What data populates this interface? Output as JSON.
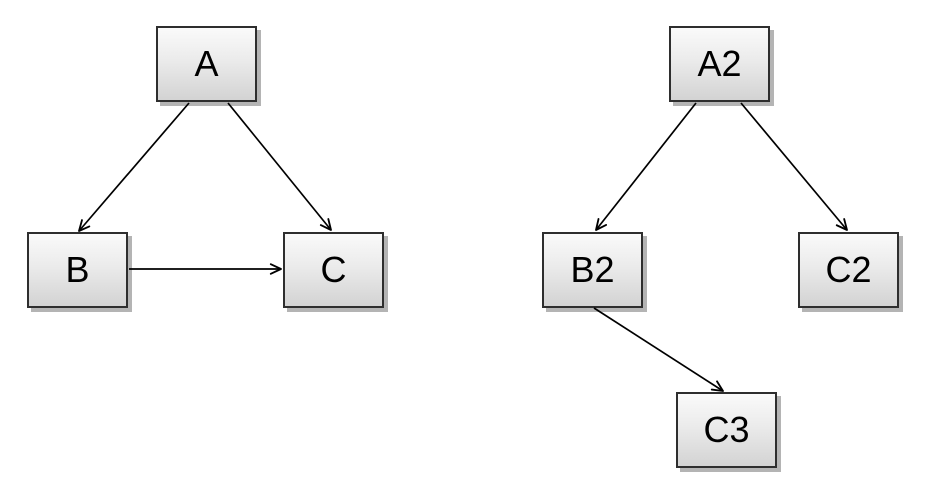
{
  "diagram": {
    "background_color": "#ffffff",
    "node_style": {
      "fill_top": "#fafafa",
      "fill_bottom": "#d3d3d3",
      "border_color": "#2e2e2e",
      "shadow_color": "#b4b4b4",
      "text_color": "#000000"
    },
    "edge_style": {
      "line_color": "#000000",
      "arrowhead": "open-v"
    },
    "graphs": [
      {
        "name": "left-graph",
        "nodes": [
          {
            "id": "A",
            "label": "A"
          },
          {
            "id": "B",
            "label": "B"
          },
          {
            "id": "C",
            "label": "C"
          }
        ],
        "edges": [
          {
            "from": "A",
            "to": "B"
          },
          {
            "from": "A",
            "to": "C"
          },
          {
            "from": "B",
            "to": "C"
          }
        ]
      },
      {
        "name": "right-graph",
        "nodes": [
          {
            "id": "A2",
            "label": "A2"
          },
          {
            "id": "B2",
            "label": "B2"
          },
          {
            "id": "C2",
            "label": "C2"
          },
          {
            "id": "C3",
            "label": "C3"
          }
        ],
        "edges": [
          {
            "from": "A2",
            "to": "B2"
          },
          {
            "from": "A2",
            "to": "C2"
          },
          {
            "from": "B2",
            "to": "C3"
          }
        ]
      }
    ]
  }
}
